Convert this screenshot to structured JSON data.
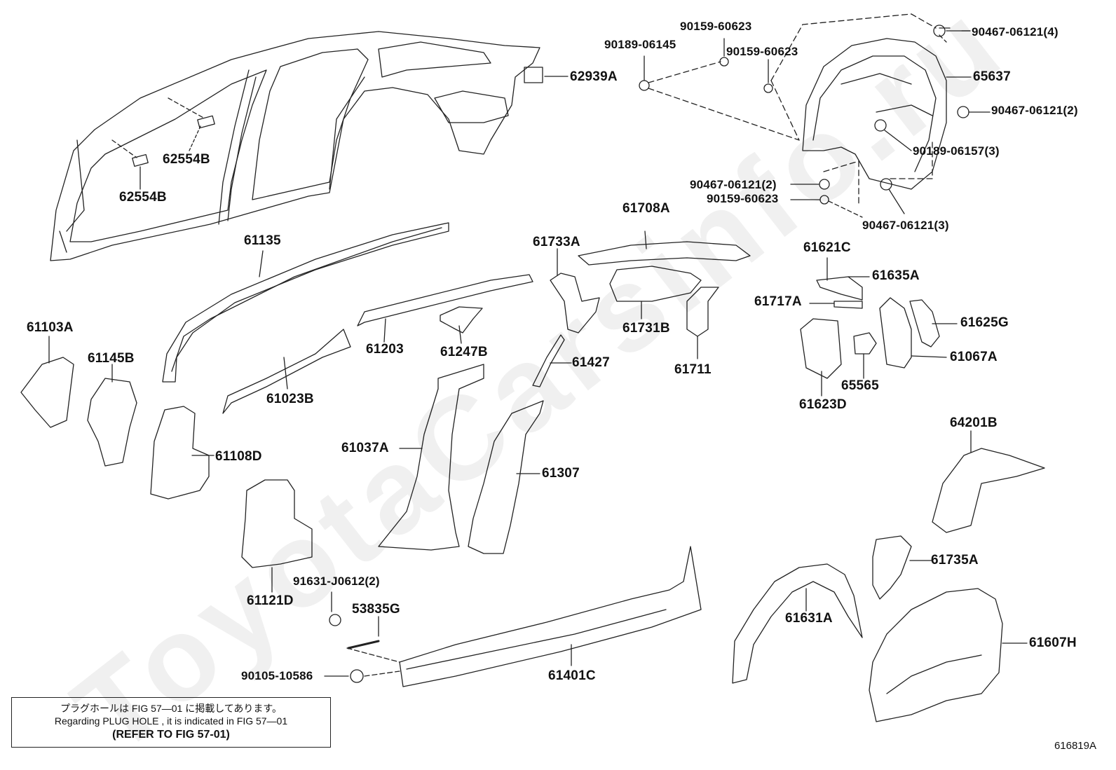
{
  "watermark": "ToyotaCarsinfo.ru",
  "diagram_ref": "616819A",
  "note": {
    "japanese": "プラグホールは FIG 57—01 に掲載してあります。",
    "english": "Regarding PLUG HOLE , it is indicated in FIG 57—01",
    "refer": "(REFER TO FIG 57-01)"
  },
  "labels": {
    "l62939A": "62939A",
    "l62554B_1": "62554B",
    "l62554B_2": "62554B",
    "l90189_06145": "90189-06145",
    "l90159_60623_a": "90159-60623",
    "l90159_60623_b": "90159-60623",
    "l90467_06121_4": "90467-06121(4)",
    "l65637": "65637",
    "l90467_06121_2a": "90467-06121(2)",
    "l90189_06157_3": "90189-06157(3)",
    "l90467_06121_2b": "90467-06121(2)",
    "l90159_60623_c": "90159-60623",
    "l90467_06121_3": "90467-06121(3)",
    "l61135": "61135",
    "l61708A": "61708A",
    "l61733A": "61733A",
    "l61621C": "61621C",
    "l61635A": "61635A",
    "l61717A": "61717A",
    "l61625G": "61625G",
    "l61067A": "61067A",
    "l61103A": "61103A",
    "l61145B": "61145B",
    "l61203": "61203",
    "l61247B": "61247B",
    "l61731B": "61731B",
    "l61711": "61711",
    "l65565": "65565",
    "l61623D": "61623D",
    "l61023B": "61023B",
    "l61427": "61427",
    "l61108D": "61108D",
    "l61037A": "61037A",
    "l61307": "61307",
    "l64201B": "64201B",
    "l61735A": "61735A",
    "l61121D": "61121D",
    "l91631_J0612_2": "91631-J0612(2)",
    "l53835G": "53835G",
    "l61631A": "61631A",
    "l61607H": "61607H",
    "l61401C": "61401C",
    "l90105_10586": "90105-10586"
  }
}
